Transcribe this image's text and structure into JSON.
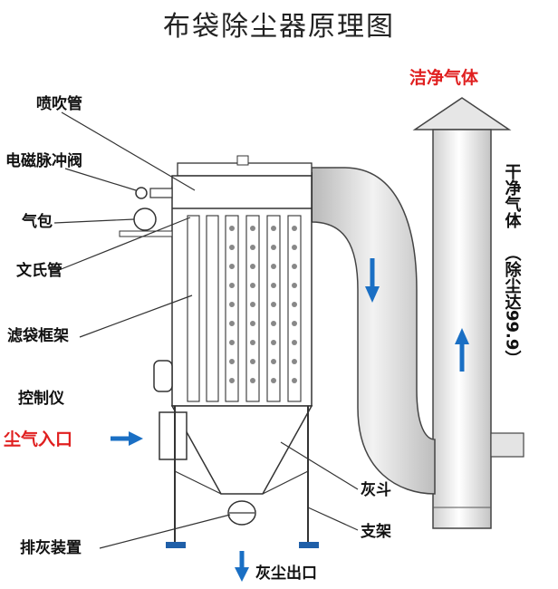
{
  "title": "布袋除尘器原理图",
  "labels": {
    "pen_chui_guan": "喷吹管",
    "dian_ci_mai_chong_fa": "电磁脉冲阀",
    "qi_bao": "气包",
    "wen_shi_guan": "文氏管",
    "lv_dai_kuang_jia": "滤袋框架",
    "kong_zhi_yi": "控制仪",
    "chen_qi_ru_kou": "尘气入口",
    "hui_dou": "灰斗",
    "zhi_jia": "支架",
    "pai_hui_zhuang_zhi": "排灰装置",
    "hui_chen_chu_kou": "灰尘出口",
    "jie_jing_qi_ti": "洁净气体",
    "gan_jing_qi_ti": "干净气体",
    "chu_chen_da": "（除尘达99.9）"
  },
  "colors": {
    "accent_red": "#e02020",
    "arrow_blue": "#1a6fc4",
    "duct_gray": "#d8d8d8",
    "outline": "#333333"
  }
}
